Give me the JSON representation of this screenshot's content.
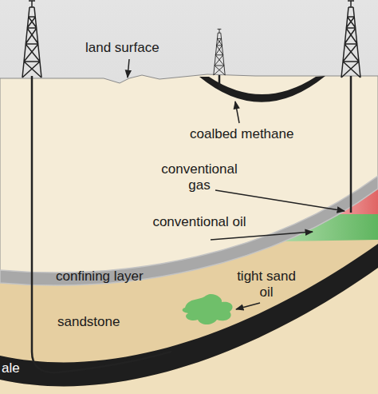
{
  "diagram": {
    "labels": [
      "land surface",
      "coalbed methane",
      "conventional gas",
      "conventional oil",
      "confining layer",
      "tight sand oil",
      "sandstone",
      "ale"
    ]
  }
}
